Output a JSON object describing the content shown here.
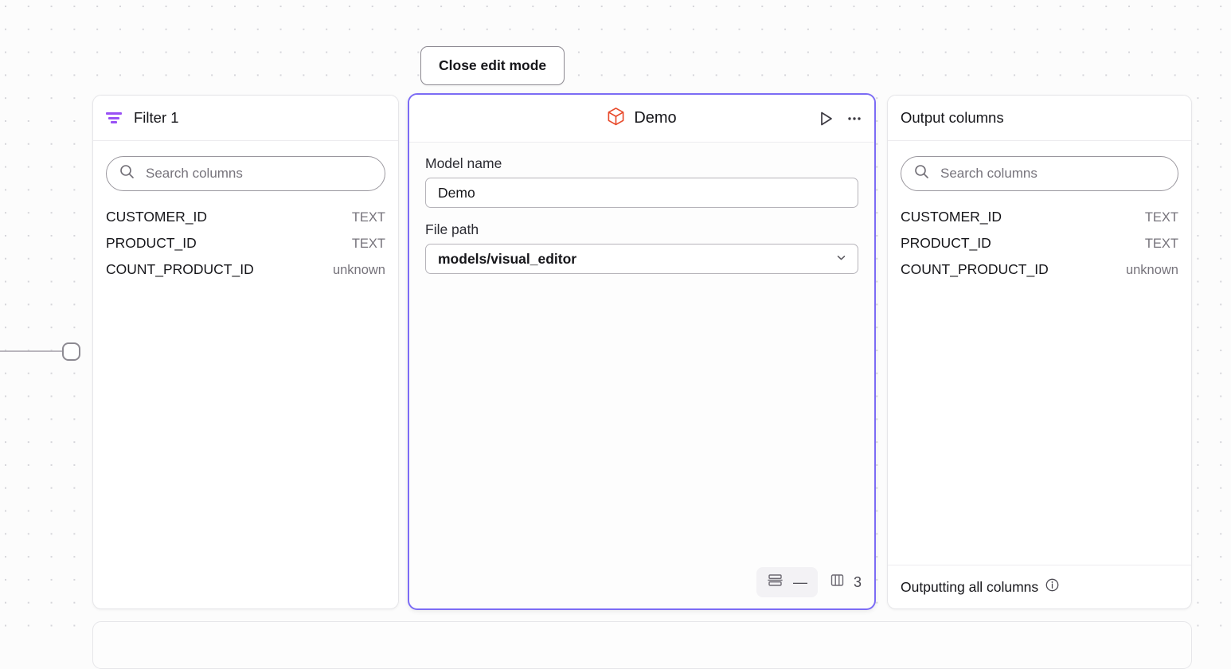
{
  "toolbar": {
    "close_edit_mode_label": "Close edit mode"
  },
  "filter_panel": {
    "title": "Filter 1",
    "icon": "filter-icon",
    "search": {
      "placeholder": "Search columns",
      "icon": "search-icon"
    },
    "columns": [
      {
        "name": "CUSTOMER_ID",
        "type": "TEXT"
      },
      {
        "name": "PRODUCT_ID",
        "type": "TEXT"
      },
      {
        "name": "COUNT_PRODUCT_ID",
        "type": "unknown"
      }
    ]
  },
  "demo_node": {
    "title": "Demo",
    "icon": "cube-icon",
    "run_icon": "play-icon",
    "menu_icon": "ellipsis-icon",
    "fields": {
      "model_name_label": "Model name",
      "model_name_value": "Demo",
      "file_path_label": "File path",
      "file_path_value": "models/visual_editor",
      "file_path_chevron": "chevron-down-icon"
    },
    "footer": {
      "rows_icon": "rows-icon",
      "rows_count": "—",
      "columns_icon": "columns-icon",
      "columns_count": "3"
    }
  },
  "output_panel": {
    "title": "Output columns",
    "search": {
      "placeholder": "Search columns",
      "icon": "search-icon"
    },
    "columns": [
      {
        "name": "CUSTOMER_ID",
        "type": "TEXT"
      },
      {
        "name": "PRODUCT_ID",
        "type": "TEXT"
      },
      {
        "name": "COUNT_PRODUCT_ID",
        "type": "unknown"
      }
    ],
    "footer": {
      "text": "Outputting all columns",
      "icon": "info-icon"
    }
  },
  "colors": {
    "accent_purple": "#7c6cf5",
    "filter_purple": "#9951f5",
    "model_red": "#e8492a",
    "canvas_bg": "#fcfcfc"
  }
}
